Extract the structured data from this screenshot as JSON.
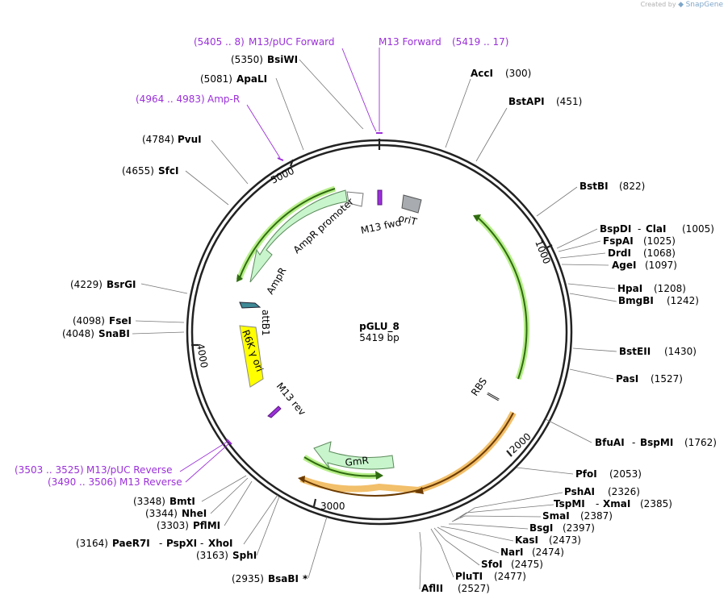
{
  "credit": {
    "prefix": "Created by",
    "brand": "SnapGene"
  },
  "plasmid": {
    "name": "pGLU_8",
    "size": "5419 bp"
  },
  "ticks": [
    "1000",
    "2000",
    "3000",
    "4000",
    "5000"
  ],
  "features": {
    "ampr_promoter": "AmpR promoter",
    "ampr": "AmpR",
    "m13_fwd": "M13 fwd",
    "orit": "oriT",
    "attb1": "attB1",
    "r6k": "R6K γ ori",
    "m13_rev": "M13 rev",
    "rbs": "RBS",
    "gmr": "GmR"
  },
  "sites": [
    {
      "pos": "(5350)",
      "name": "BsiWI"
    },
    {
      "pos": "(5081)",
      "name": "ApaLI"
    },
    {
      "pos": "(4784)",
      "name": "PvuI"
    },
    {
      "pos": "(4655)",
      "name": "SfcI"
    },
    {
      "pos": "(4229)",
      "name": "BsrGI"
    },
    {
      "pos": "(4098)",
      "name": "FseI"
    },
    {
      "pos": "(4048)",
      "name": "SnaBI"
    },
    {
      "pos": "(3348)",
      "name": "BmtI"
    },
    {
      "pos": "(3344)",
      "name": "NheI"
    },
    {
      "pos": "(3303)",
      "name": "PflMI"
    },
    {
      "pos": "(3164)",
      "name": "PaeR7I",
      "name2": "PspXI",
      "name3": "XhoI"
    },
    {
      "pos": "(3163)",
      "name": "SphI"
    },
    {
      "pos": "(2935)",
      "name": "BsaBI",
      "mark": "*"
    },
    {
      "pos": "(300)",
      "name": "AccI"
    },
    {
      "pos": "(451)",
      "name": "BstAPI"
    },
    {
      "pos": "(822)",
      "name": "BstBI"
    },
    {
      "pos": "(1005)",
      "name": "BspDI",
      "name2": "ClaI"
    },
    {
      "pos": "(1025)",
      "name": "FspAI"
    },
    {
      "pos": "(1068)",
      "name": "DrdI"
    },
    {
      "pos": "(1097)",
      "name": "AgeI"
    },
    {
      "pos": "(1208)",
      "name": "HpaI"
    },
    {
      "pos": "(1242)",
      "name": "BmgBI"
    },
    {
      "pos": "(1430)",
      "name": "BstEII"
    },
    {
      "pos": "(1527)",
      "name": "PasI"
    },
    {
      "pos": "(1762)",
      "name": "BfuAI",
      "name2": "BspMI"
    },
    {
      "pos": "(2053)",
      "name": "PfoI"
    },
    {
      "pos": "(2326)",
      "name": "PshAI"
    },
    {
      "pos": "(2385)",
      "name": "TspMI",
      "name2": "XmaI"
    },
    {
      "pos": "(2387)",
      "name": "SmaI"
    },
    {
      "pos": "(2397)",
      "name": "BsgI"
    },
    {
      "pos": "(2473)",
      "name": "KasI"
    },
    {
      "pos": "(2474)",
      "name": "NarI"
    },
    {
      "pos": "(2475)",
      "name": "SfoI"
    },
    {
      "pos": "(2477)",
      "name": "PluTI"
    },
    {
      "pos": "(2527)",
      "name": "AflII"
    }
  ],
  "primers": [
    {
      "range": "(5405 .. 8)",
      "name": "M13/pUC Forward"
    },
    {
      "range": "(5419 .. 17)",
      "name": "M13 Forward"
    },
    {
      "range": "(4964 .. 4983)",
      "name": "Amp-R"
    },
    {
      "range": "(3503 .. 3525)",
      "name": "M13/pUC Reverse"
    },
    {
      "range": "(3490 .. 3506)",
      "name": "M13 Reverse"
    }
  ],
  "colors": {
    "backbone": "#222222",
    "primer": "#9b30d9",
    "gene_fill": "#c8f5cc",
    "gene_stroke": "#5c8a5c",
    "green_arc": "#2f6b10",
    "green_glow": "#b7ef8a",
    "orange_arc": "#6b3a00",
    "orange_glow": "#f2bf6a",
    "origin_fill": "#ffff00",
    "orit_fill": "#a8acb0",
    "attb_fill": "#3f8a96"
  }
}
